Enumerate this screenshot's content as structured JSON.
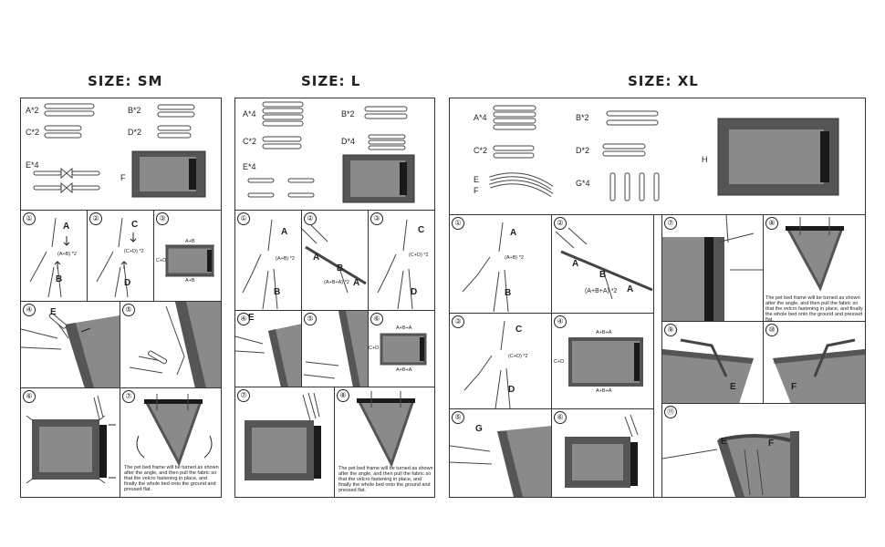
{
  "titles": {
    "sm": "SIZE: SM",
    "l": "SIZE: L",
    "xl": "SIZE: XL"
  },
  "sm": {
    "parts": {
      "a": "A*2",
      "b": "B*2",
      "c": "C*2",
      "d": "D*2",
      "e": "E*4",
      "f": "F"
    },
    "steps": {
      "s1": "①",
      "s2": "②",
      "s3": "③",
      "s4": "④",
      "s5": "⑤",
      "s6": "⑥",
      "s7": "⑦"
    },
    "letters": {
      "A": "A",
      "B": "B",
      "C": "C",
      "D": "D",
      "E": "E"
    },
    "formulas": {
      "ab": "(A+B) *2",
      "cd": "(C+D) *2",
      "top": "A+B",
      "side": "C+D"
    },
    "caption": "The pet bed frame will be turned as shown after the angle, and then pull the fabric so that the velcro fastening in place, and finally the whole bed onto the ground and pressed flat."
  },
  "l": {
    "parts": {
      "a": "A*4",
      "b": "B*2",
      "c": "C*2",
      "d": "D*4",
      "e": "E*4"
    },
    "steps": {
      "s1": "①",
      "s2": "②",
      "s3": "③",
      "s4": "④",
      "s5": "⑤",
      "s6": "⑥",
      "s7": "⑦",
      "s8": "⑧"
    },
    "letters": {
      "A": "A",
      "B": "B",
      "C": "C",
      "D": "D",
      "E": "E"
    },
    "formulas": {
      "ab": "(A+B) *2",
      "bab": "(A+B+A) *2",
      "cd": "(C+D) *2",
      "top": "A+B+A",
      "side": "C+D"
    },
    "caption": "The pet bed frame will be turned as shown after the angle, and then pull the fabric so that the velcro fastening in place, and finally the whole bed onto the ground and pressed flat."
  },
  "xl": {
    "parts": {
      "a": "A*4",
      "b": "B*2",
      "c": "C*2",
      "d": "D*2",
      "e": "E",
      "f": "F",
      "g": "G*4",
      "h": "H"
    },
    "steps": {
      "s1": "①",
      "s2": "②",
      "s3": "③",
      "s4": "④",
      "s5": "⑤",
      "s6": "⑥",
      "s7": "⑦",
      "s8": "⑧",
      "s9": "⑨",
      "s10": "⑩",
      "s11": "⑪"
    },
    "letters": {
      "A": "A",
      "B": "B",
      "C": "C",
      "D": "D",
      "E": "E",
      "F": "F",
      "G": "G"
    },
    "formulas": {
      "ab": "(A+B) *2",
      "aba": "(A+B+A) *2",
      "cd": "(C+D) *2",
      "top": "A+B+A",
      "side": "C+D"
    },
    "caption": "The pet bed frame will be turned as shown after the angle, and then pull the fabric so that the velcro fastening in place, and finally the whole bed onto the ground and pressed flat."
  },
  "colors": {
    "fabric": "#8a8a8a",
    "border": "#555555",
    "velcro": "#1a1a1a",
    "line": "#333333"
  }
}
